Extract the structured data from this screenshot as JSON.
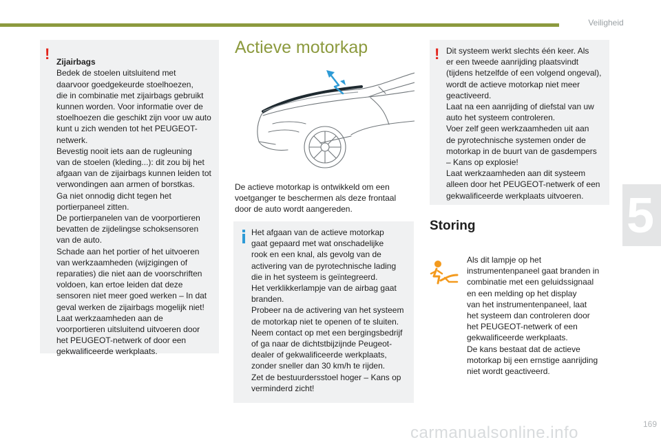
{
  "header": {
    "section_label": "Veiligheid",
    "chapter_number": "5"
  },
  "airbags_box": {
    "title": "Zijairbags",
    "body": "Bedek de stoelen uitsluitend met\ndaarvoor goedgekeurde stoelhoezen,\ndie in combinatie met zijairbags gebruikt\nkunnen worden. Voor informatie over de\nstoelhoezen die geschikt zijn voor uw auto\nkunt u zich wenden tot het PEUGEOT-\nnetwerk.\nBevestig nooit iets aan de rugleuning\nvan de stoelen (kleding...): dit zou bij het\nafgaan van de zijairbags kunnen leiden tot\nverwondingen aan armen of borstkas.\nGa niet onnodig dicht tegen het\nportierpaneel zitten.\nDe portierpanelen van de voorportieren\nbevatten de zijdelingse schoksensoren\nvan de auto.\nSchade aan het portier of het uitvoeren\nvan werkzaamheden (wijzigingen of\nreparaties) die niet aan de voorschriften\nvoldoen, kan ertoe leiden dat deze\nsensoren niet meer goed werken – In dat\ngeval werken de zijairbags mogelijk niet!\nLaat werkzaamheden aan de\nvoorportieren uitsluitend uitvoeren door\nhet PEUGEOT-netwerk of door een\ngekwalificeerde werkplaats."
  },
  "motorkap": {
    "heading": "Actieve motorkap",
    "intro": "De actieve motorkap is ontwikkeld om een\nvoetganger te beschermen als deze frontaal\ndoor de auto wordt aangereden.",
    "info_text": "Het afgaan van de actieve motorkap\ngaat gepaard met wat onschadelijke\nrook en een knal, als gevolg van de\nactivering van de pyrotechnische lading\ndie in het systeem is geïntegreerd.\nHet verklikkerlampje van de airbag gaat\nbranden.\nProbeer na de activering van het systeem\nde motorkap niet te openen of te sluiten.\nNeem contact op met een bergingsbedrijf\nof ga naar de dichtstbijzijnde Peugeot-\ndealer of gekwalificeerde werkplaats,\nzonder sneller dan 30 km/h te rijden.\nZet de bestuurdersstoel hoger – Kans op\nverminderd zicht!"
  },
  "system_warning": {
    "body": "Dit systeem werkt slechts één keer. Als\ner een tweede aanrijding plaatsvindt\n(tijdens hetzelfde of een volgend ongeval),\nwordt de actieve motorkap niet meer\ngeactiveerd.\nLaat na een aanrijding of diefstal van uw\nauto het systeem controleren.\nVoer zelf geen werkzaamheden uit aan\nde pyrotechnische systemen onder de\nmotorkap in de buurt van de gasdempers\n– Kans op explosie!\nLaat werkzaamheden aan dit systeem\nalleen door het PEUGEOT-netwerk of een\ngekwalificeerde werkplaats uitvoeren."
  },
  "storing": {
    "heading": "Storing",
    "body": "Als dit lampje op het\ninstrumentenpaneel gaat branden in\ncombinatie met een geluidssignaal\nen een melding op het display\nvan het instrumentenpaneel, laat\nhet systeem dan controleren door\nhet PEUGEOT-netwerk of een\ngekwalificeerde werkplaats.\nDe kans bestaat dat de actieve\nmotorkap bij een ernstige aanrijding\nniet wordt geactiveerd."
  },
  "footer": {
    "page_number": "169",
    "watermark": "carmanualsonline.info"
  },
  "colors": {
    "accent": "#8c9a3e",
    "warning": "#e2231a",
    "info": "#2e9bd6",
    "lamp": "#f39a1e",
    "box": "#f0f1f2"
  },
  "icons": {
    "warning": "exclamation-warning-icon",
    "info": "info-i-icon",
    "lamp": "pedestrian-bonnet-warning-lamp-icon"
  }
}
